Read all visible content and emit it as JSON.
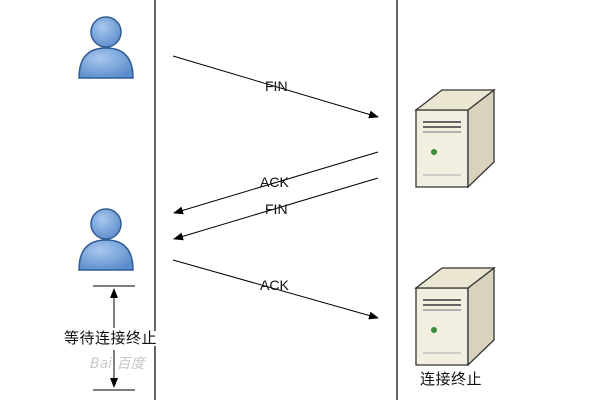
{
  "messages": {
    "fin_1": "FIN",
    "ack_1": "ACK",
    "fin_2": "FIN",
    "ack_2": "ACK"
  },
  "notes": {
    "client_wait": "等待连接终止",
    "server_closed": "连接终止"
  },
  "watermark": {
    "text": "Bai 百度"
  },
  "colors": {
    "line": "#000000",
    "person_fill": "#6f9fd6",
    "person_stroke": "#2f5d93",
    "server_front": "#f3efe0",
    "server_side": "#d9d3bd",
    "server_top": "#ebe6d2"
  },
  "icons": {
    "client": "person-icon",
    "server": "server-icon"
  }
}
